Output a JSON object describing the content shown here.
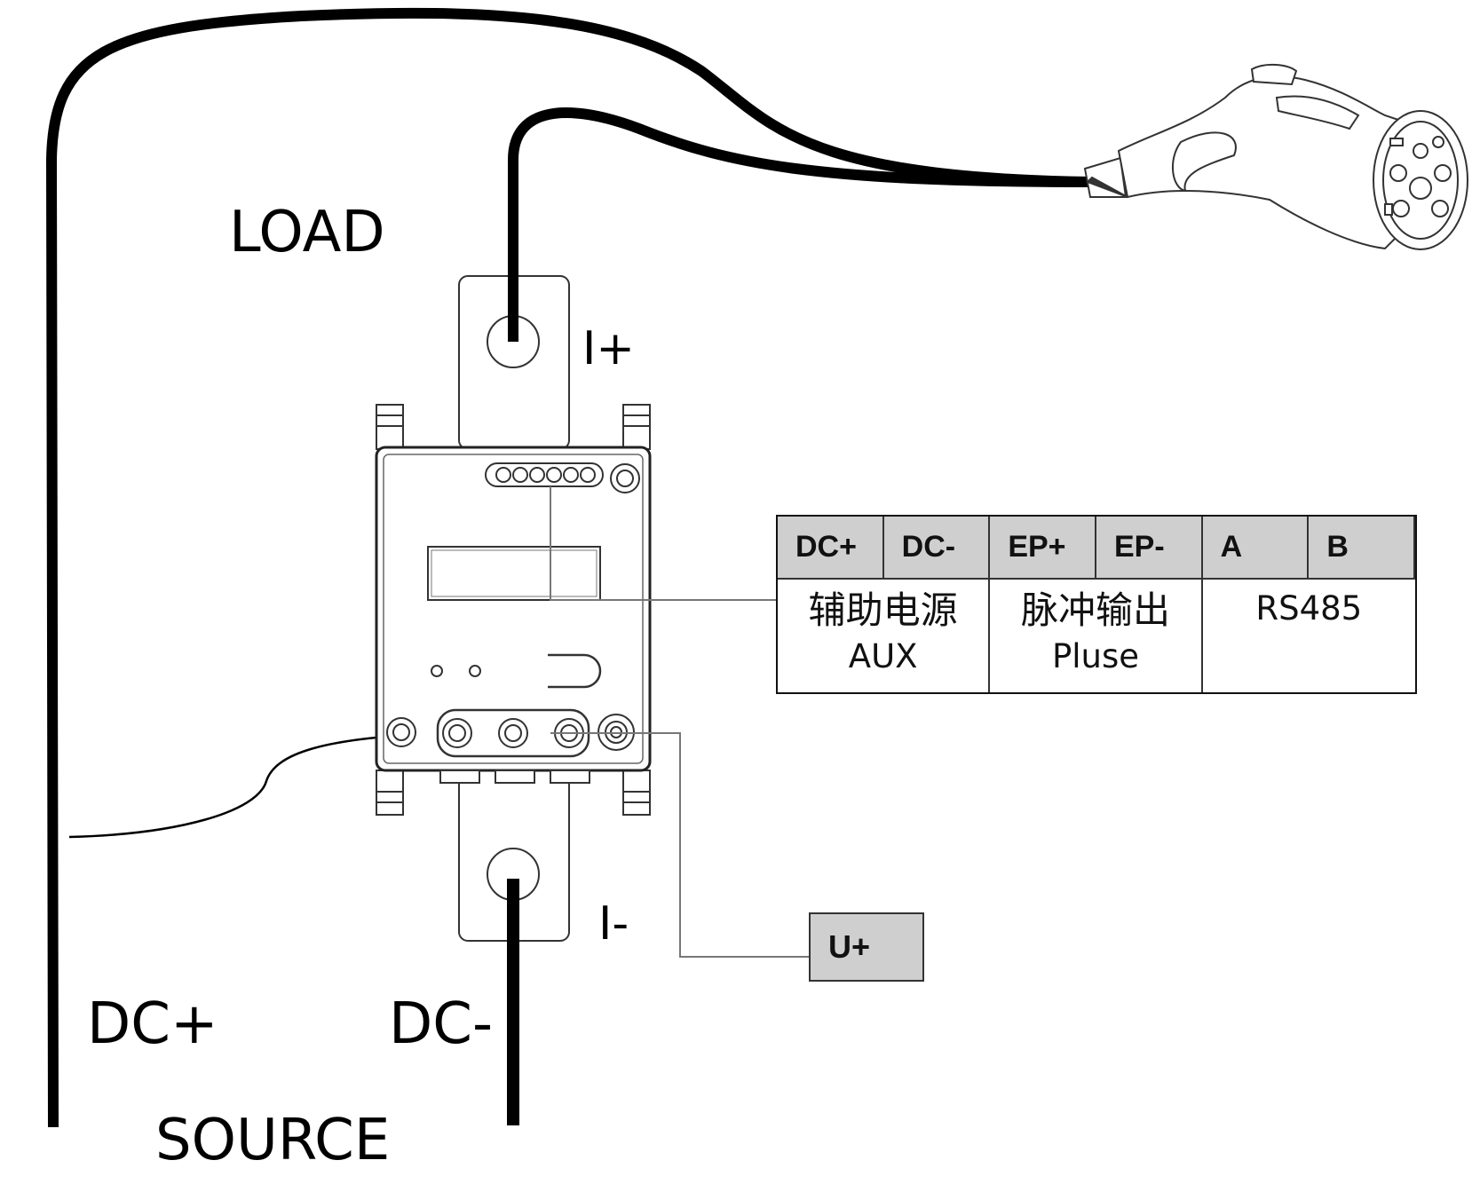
{
  "labels": {
    "load": "LOAD",
    "i_plus": "I+",
    "i_minus": "I-",
    "dc_plus": "DC+",
    "dc_minus": "DC-",
    "source": "SOURCE"
  },
  "terminal_table": {
    "headers": [
      "DC+",
      "DC-",
      "EP+",
      "EP-",
      "A",
      "B"
    ],
    "groups": [
      {
        "cn": "辅助电源",
        "en": "AUX"
      },
      {
        "cn": "脉冲输出",
        "en": "Pluse"
      },
      {
        "cn": "",
        "en": "RS485"
      }
    ]
  },
  "voltage_terminal": {
    "label": "U+"
  },
  "colors": {
    "wire": "#000000",
    "table_header": "#cfcfcf",
    "outline": "#333333"
  }
}
